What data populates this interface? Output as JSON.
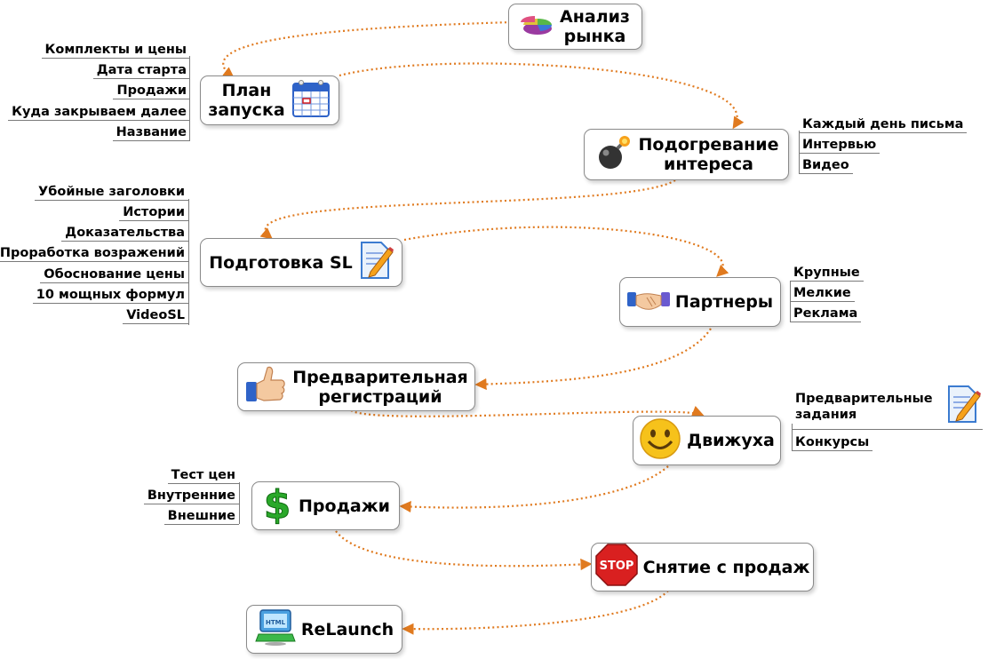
{
  "nodes": {
    "analysis": "Анализ\nрынка",
    "plan": "План\nзапуска",
    "warmup": "Подогревание\nинтереса",
    "prep_sl": "Подготовка SL",
    "partners": "Партнеры",
    "prereg": "Предварительная\nрегистраций",
    "dvizhuha": "Движуха",
    "sales": "Продажи",
    "stop": "Снятие с продаж",
    "relaunch": "ReLaunch"
  },
  "plan_leaves": [
    "Комплекты и цены",
    "Дата старта",
    "Продажи",
    "Куда закрываем далее",
    "Название"
  ],
  "warmup_leaves": [
    "Каждый день письма",
    "Интервью",
    "Видео"
  ],
  "sl_leaves": [
    "Убойные заголовки",
    "Истории",
    "Доказательства",
    "Проработка возражений",
    "Обоснование цены",
    "10 мощных формул",
    "VideoSL"
  ],
  "partners_leaves": [
    "Крупные",
    "Мелкие",
    "Реклама"
  ],
  "dvizhuha_leaves": [
    "Предварительные\nзадания",
    "Конкурсы"
  ],
  "sales_leaves": [
    "Тест цен",
    "Внутренние",
    "Внешние"
  ],
  "stop_icon_text": "STOP",
  "relaunch_icon_text": "HTML",
  "icons": [
    "pie-chart-icon",
    "calendar-icon",
    "bomb-icon",
    "document-pencil-icon",
    "handshake-icon",
    "thumbs-up-icon",
    "smiley-icon",
    "dollar-icon",
    "stop-sign-icon",
    "computer-icon"
  ],
  "colors": {
    "link": "#e07a1f",
    "border": "#8a8a8a",
    "stop": "#d92020",
    "dollar": "#2aa82a",
    "smiley": "#f6c21b"
  }
}
